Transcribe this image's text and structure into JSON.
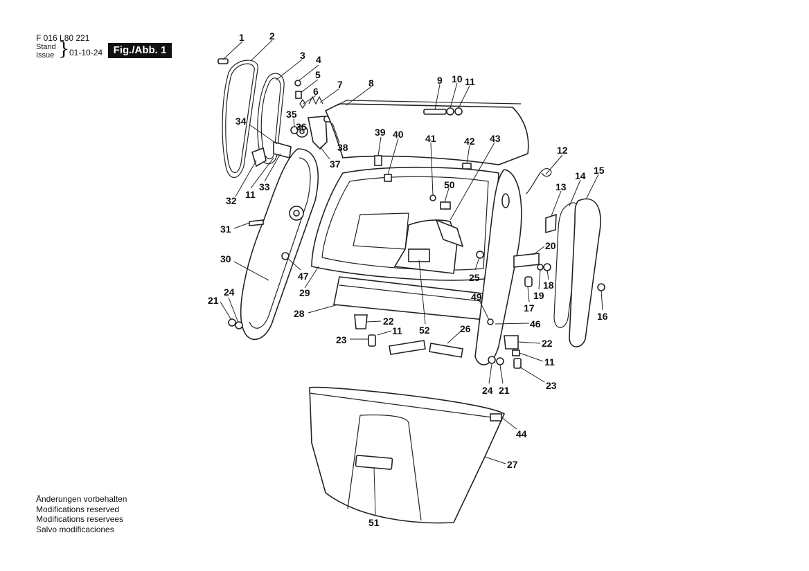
{
  "header": {
    "doc_code": "F 016 L80 221",
    "stand_label": "Stand",
    "issue_label": "Issue",
    "date": "01-10-24",
    "figure_label": "Fig./Abb. 1"
  },
  "footer": {
    "notes": [
      "Änderungen vorbehalten",
      "Modifications reserved",
      "Modifications reservees",
      "Salvo modificaciones"
    ]
  },
  "callouts": [
    "1",
    "2",
    "3",
    "4",
    "5",
    "6",
    "7",
    "8",
    "9",
    "10",
    "11",
    "12",
    "13",
    "14",
    "15",
    "16",
    "17",
    "18",
    "19",
    "20",
    "21",
    "22",
    "23",
    "24",
    "25",
    "26",
    "27",
    "28",
    "29",
    "30",
    "31",
    "32",
    "33",
    "34",
    "35",
    "36",
    "37",
    "38",
    "39",
    "40",
    "41",
    "42",
    "43",
    "44",
    "46",
    "47",
    "49",
    "50",
    "51",
    "52"
  ]
}
